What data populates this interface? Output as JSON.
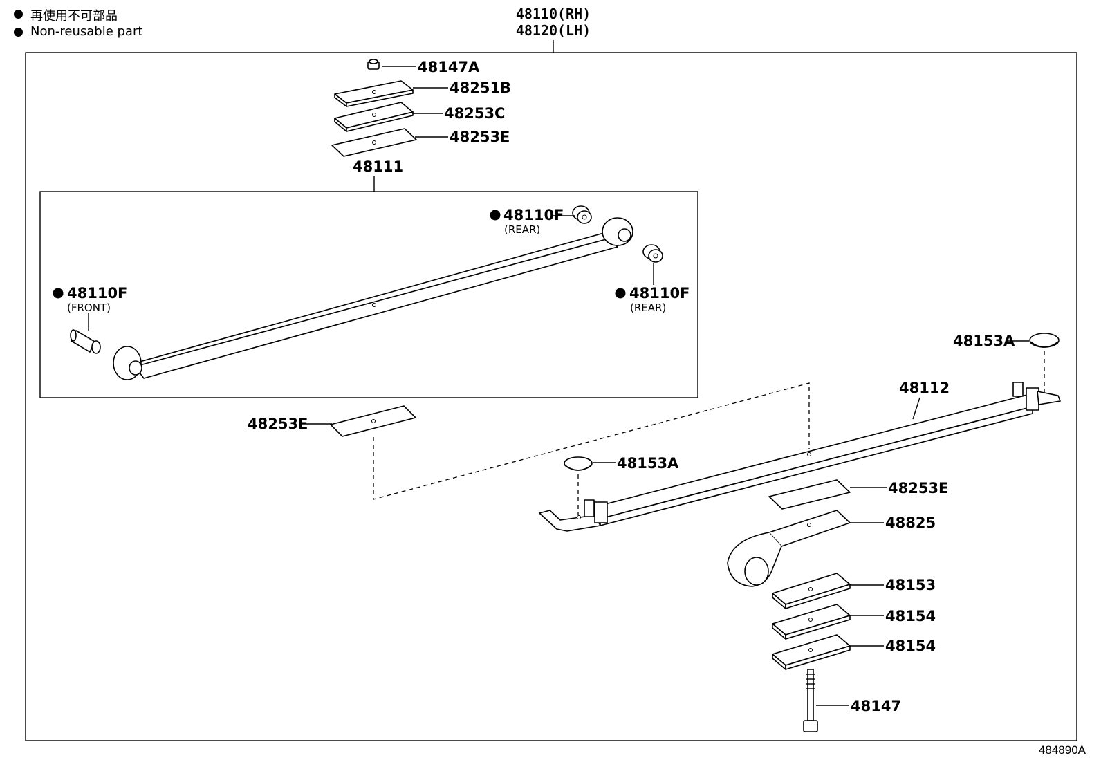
{
  "legend": {
    "jp": "再使用不可部品",
    "en": "Non-reusable part"
  },
  "assembly": {
    "rh": "48110(RH)",
    "lh": "48120(LH)"
  },
  "figure_code": "484890A",
  "parts": {
    "nut_top": "48147A",
    "plate_b": "48251B",
    "plate_c": "48253C",
    "plate_e_top": "48253E",
    "leaf_main": "48111",
    "bush_rear_top": "48110F",
    "bush_rear_top_note": "(REAR)",
    "bush_front": "48110F",
    "bush_front_note": "(FRONT)",
    "bush_rear": "48110F",
    "bush_rear_note": "(REAR)",
    "plate_e_mid": "48253E",
    "leaf_second": "48112",
    "cap_right": "48153A",
    "cap_left": "48153A",
    "plate_e_right": "48253E",
    "helper": "48825",
    "pad1": "48153",
    "pad2": "48154",
    "pad3": "48154",
    "bolt": "48147"
  },
  "colors": {
    "ink": "#000000",
    "paper": "#ffffff"
  }
}
